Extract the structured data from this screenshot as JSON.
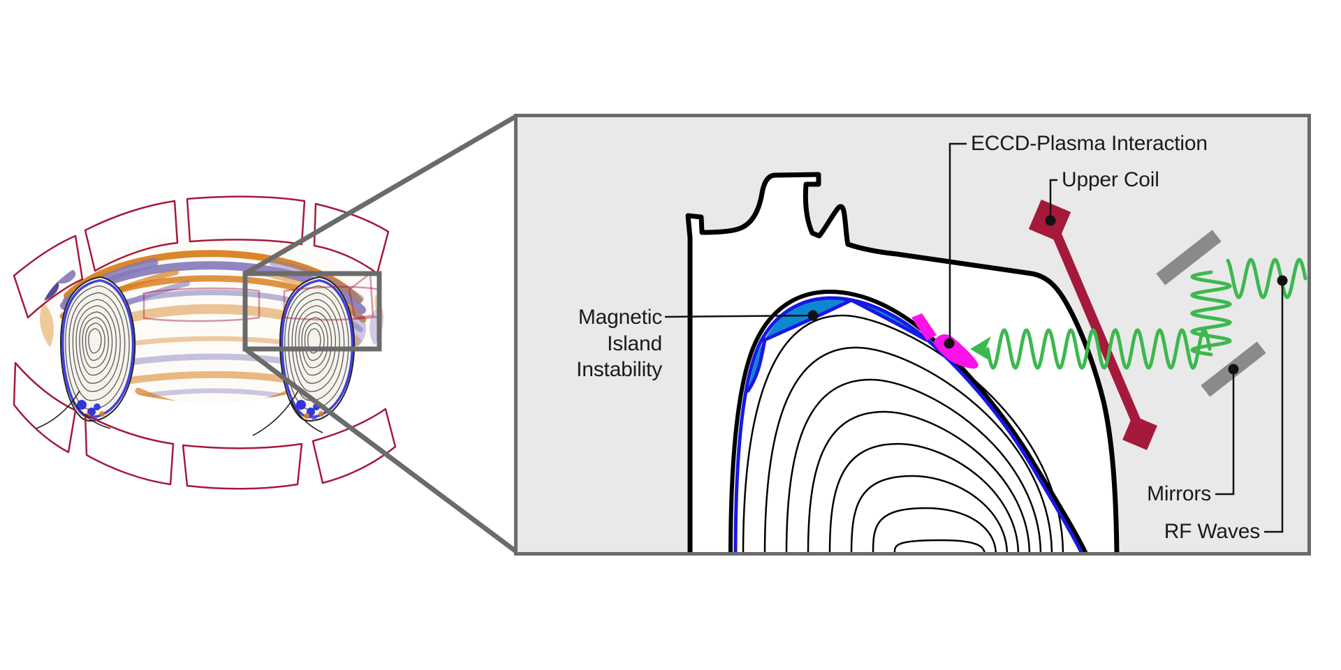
{
  "labels": {
    "eccd": "ECCD-Plasma Interaction",
    "upper_coil": "Upper Coil",
    "magnetic_line1": "Magnetic",
    "magnetic_line2": "Island",
    "magnetic_line3": "Instability",
    "mirrors": "Mirrors",
    "rf_waves": "RF Waves"
  },
  "colors": {
    "panel-bg": "#E9E9E9",
    "panel-border": "#6B6B6B",
    "zoom-gray": "#6B6B6B",
    "vessel-line": "#000000",
    "flux-line": "#000000",
    "island-fill": "#0E87D2",
    "island-line": "#1717E6",
    "eccd": "#FA12E8",
    "rf-wave": "#3CB84E",
    "mirror": "#8A8A8A",
    "coil": "#A5193A",
    "cage": "#A5193A",
    "band-orange": "#D97F1E",
    "band-purple": "#8578B8",
    "label-text": "#1A1A1A"
  }
}
